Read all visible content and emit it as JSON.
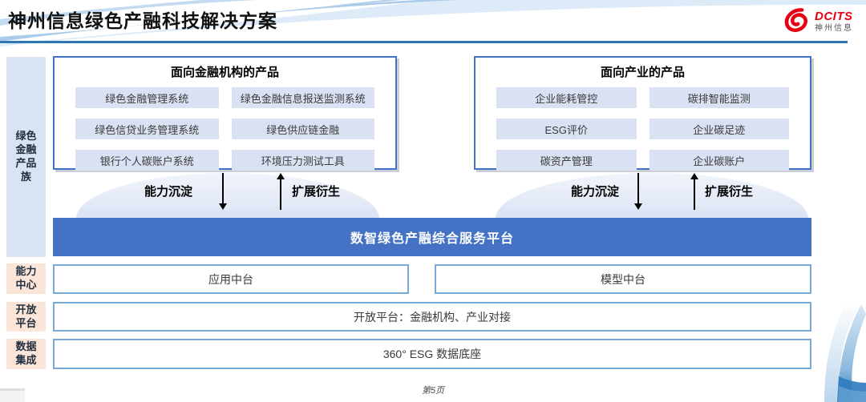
{
  "header": {
    "title": "神州信息绿色产融科技解决方案",
    "logo": {
      "brand": "DCITS",
      "brand_cn": "神州信息"
    }
  },
  "sidebar": {
    "items": [
      {
        "label": "绿色金融产品族"
      },
      {
        "label": "能力中心"
      },
      {
        "label": "开放平台"
      },
      {
        "label": "数据集成"
      }
    ]
  },
  "panels": [
    {
      "title": "面向金融机构的产品",
      "products": [
        "绿色金融管理系统",
        "绿色金融信息报送监测系统",
        "绿色信贷业务管理系统",
        "绿色供应链金融",
        "银行个人碳账户系统",
        "环境压力测试工具"
      ]
    },
    {
      "title": "面向产业的产品",
      "products": [
        "企业能耗管控",
        "碳排智能监测",
        "ESG评价",
        "企业碳足迹",
        "碳资产管理",
        "企业碳账户"
      ]
    }
  ],
  "arrows": {
    "down_label": "能力沉淀",
    "up_label": "扩展衍生"
  },
  "platform_bar": {
    "label": "数智绿色产融综合服务平台"
  },
  "middle": {
    "capability": [
      "应用中台",
      "模型中台"
    ],
    "open_platform": "开放平台：金融机构、产业对接",
    "data_base": "360° ESG 数据底座"
  },
  "footer": {
    "page_number": "第5页"
  },
  "colors": {
    "brand_red": "#e60012",
    "accent_blue": "#4472c4",
    "underline_blue": "#2e75b6",
    "sidebar_blue": "#d9e4f2",
    "sidebar_peach": "#fbe5d9",
    "product_bg": "#dae1f3",
    "light_border_blue": "#78a8d8"
  }
}
